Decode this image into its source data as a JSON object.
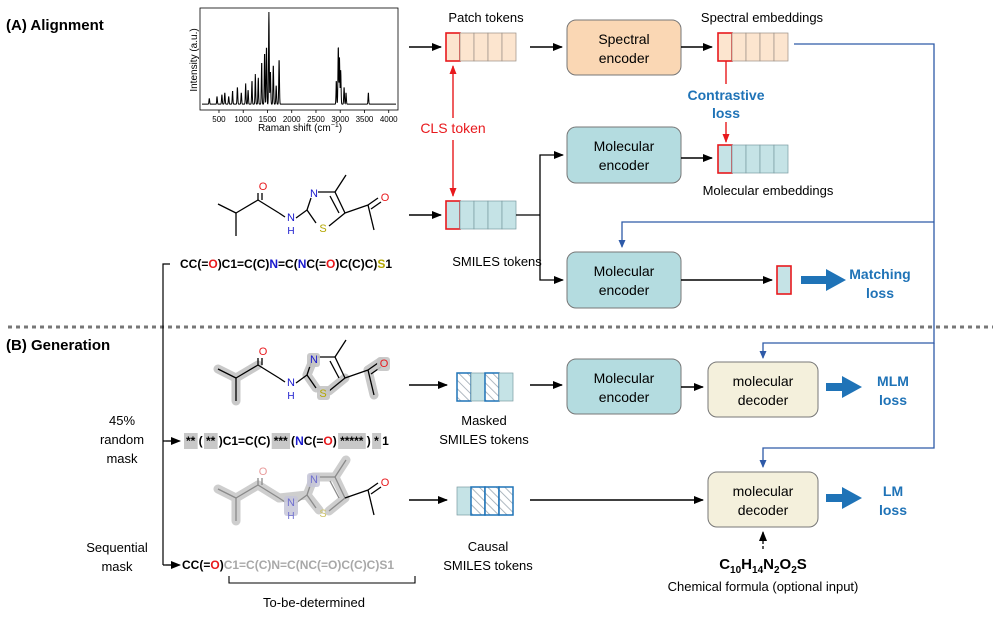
{
  "sections": {
    "alignment": "(A) Alignment",
    "generation": "(B) Generation"
  },
  "spectrum": {
    "ylabel": "Intensity (a.u.)",
    "xlabel": "Raman shift (cm",
    "xlabel_sup": "−1",
    "xlabel_close": ")",
    "xticks": [
      "500",
      "1000",
      "1500",
      "2000",
      "2500",
      "3000",
      "3500",
      "4000"
    ]
  },
  "tokens": {
    "patch": "Patch tokens",
    "smiles": "SMILES tokens",
    "masked_line1": "Masked",
    "masked_line2": "SMILES tokens",
    "causal_line1": "Causal",
    "causal_line2": "SMILES tokens",
    "cls": "CLS token"
  },
  "embeddings": {
    "spectral": "Spectral embeddings",
    "molecular": "Molecular embeddings"
  },
  "boxes": {
    "spectral_encoder": [
      "Spectral",
      "encoder"
    ],
    "molecular_encoder_top": [
      "Molecular",
      "encoder"
    ],
    "molecular_encoder_mid": [
      "Molecular",
      "encoder"
    ],
    "molecular_encoder_gen": [
      "Molecular",
      "encoder"
    ],
    "mlm_decoder": [
      "molecular",
      "decoder"
    ],
    "lm_decoder": [
      "molecular",
      "decoder"
    ]
  },
  "losses": {
    "contrastive": [
      "Contrastive",
      "loss"
    ],
    "matching": [
      "Matching",
      "loss"
    ],
    "mlm": [
      "MLM",
      "loss"
    ],
    "lm": [
      "LM",
      "loss"
    ]
  },
  "smiles": {
    "full": [
      {
        "t": "CC(=",
        "c": "black"
      },
      {
        "t": "O",
        "c": "red"
      },
      {
        "t": ")C1=C(C)",
        "c": "black"
      },
      {
        "t": "N",
        "c": "blue"
      },
      {
        "t": "=C(",
        "c": "black"
      },
      {
        "t": "N",
        "c": "blue"
      },
      {
        "t": "C(=",
        "c": "black"
      },
      {
        "t": "O",
        "c": "red"
      },
      {
        "t": ")C(C)C)",
        "c": "black"
      },
      {
        "t": "S",
        "c": "olive"
      },
      {
        "t": "1",
        "c": "black"
      }
    ],
    "masked": [
      {
        "t": "**",
        "c": "black",
        "m": true
      },
      {
        "t": " ( ",
        "c": "black"
      },
      {
        "t": "**",
        "c": "black",
        "m": true
      },
      {
        "t": " )C1=C(C) ",
        "c": "black"
      },
      {
        "t": "***",
        "c": "black",
        "m": true
      },
      {
        "t": " (",
        "c": "black"
      },
      {
        "t": "N",
        "c": "blue"
      },
      {
        "t": "C(=",
        "c": "black"
      },
      {
        "t": "O",
        "c": "red"
      },
      {
        "t": ") ",
        "c": "black"
      },
      {
        "t": "*****",
        "c": "black",
        "m": true
      },
      {
        "t": " ) ",
        "c": "black"
      },
      {
        "t": "*",
        "c": "black",
        "m": true
      },
      {
        "t": " 1",
        "c": "black"
      }
    ],
    "sequential": [
      {
        "t": "CC(=",
        "c": "black"
      },
      {
        "t": "O",
        "c": "red"
      },
      {
        "t": ")",
        "c": "black"
      },
      {
        "t": "C1=C(C)N=C(NC(=O)C(C)C)S1",
        "c": "gray"
      }
    ]
  },
  "mask_labels": {
    "random": [
      "45%",
      "random",
      "mask"
    ],
    "sequential": [
      "Sequential",
      "mask"
    ]
  },
  "to_be_determined": "To-be-determined",
  "formula": {
    "parts": [
      {
        "t": "C",
        "sub": false
      },
      {
        "t": "10",
        "sub": true
      },
      {
        "t": "H",
        "sub": false
      },
      {
        "t": "14",
        "sub": true
      },
      {
        "t": "N",
        "sub": false
      },
      {
        "t": "2",
        "sub": true
      },
      {
        "t": "O",
        "sub": false
      },
      {
        "t": "2",
        "sub": true
      },
      {
        "t": "S",
        "sub": false
      }
    ],
    "caption": "Chemical formula (optional input)"
  },
  "atoms": {
    "O": "O",
    "N": "N",
    "H": "H",
    "S": "S"
  },
  "colors": {
    "spectral_fill": "#fad7b4",
    "molecular_fill": "#b4dce0",
    "decoder_fill": "#f4f0dc",
    "token_orange": "#fce5cf",
    "token_teal": "#c5e3e6",
    "cls_red": "#e8191d",
    "loss_blue": "#1f73b7",
    "arrow_blue": "#2e5aa8",
    "atom_red": "#e8191d",
    "atom_blue": "#1a1acd",
    "atom_olive": "#b3a600"
  }
}
